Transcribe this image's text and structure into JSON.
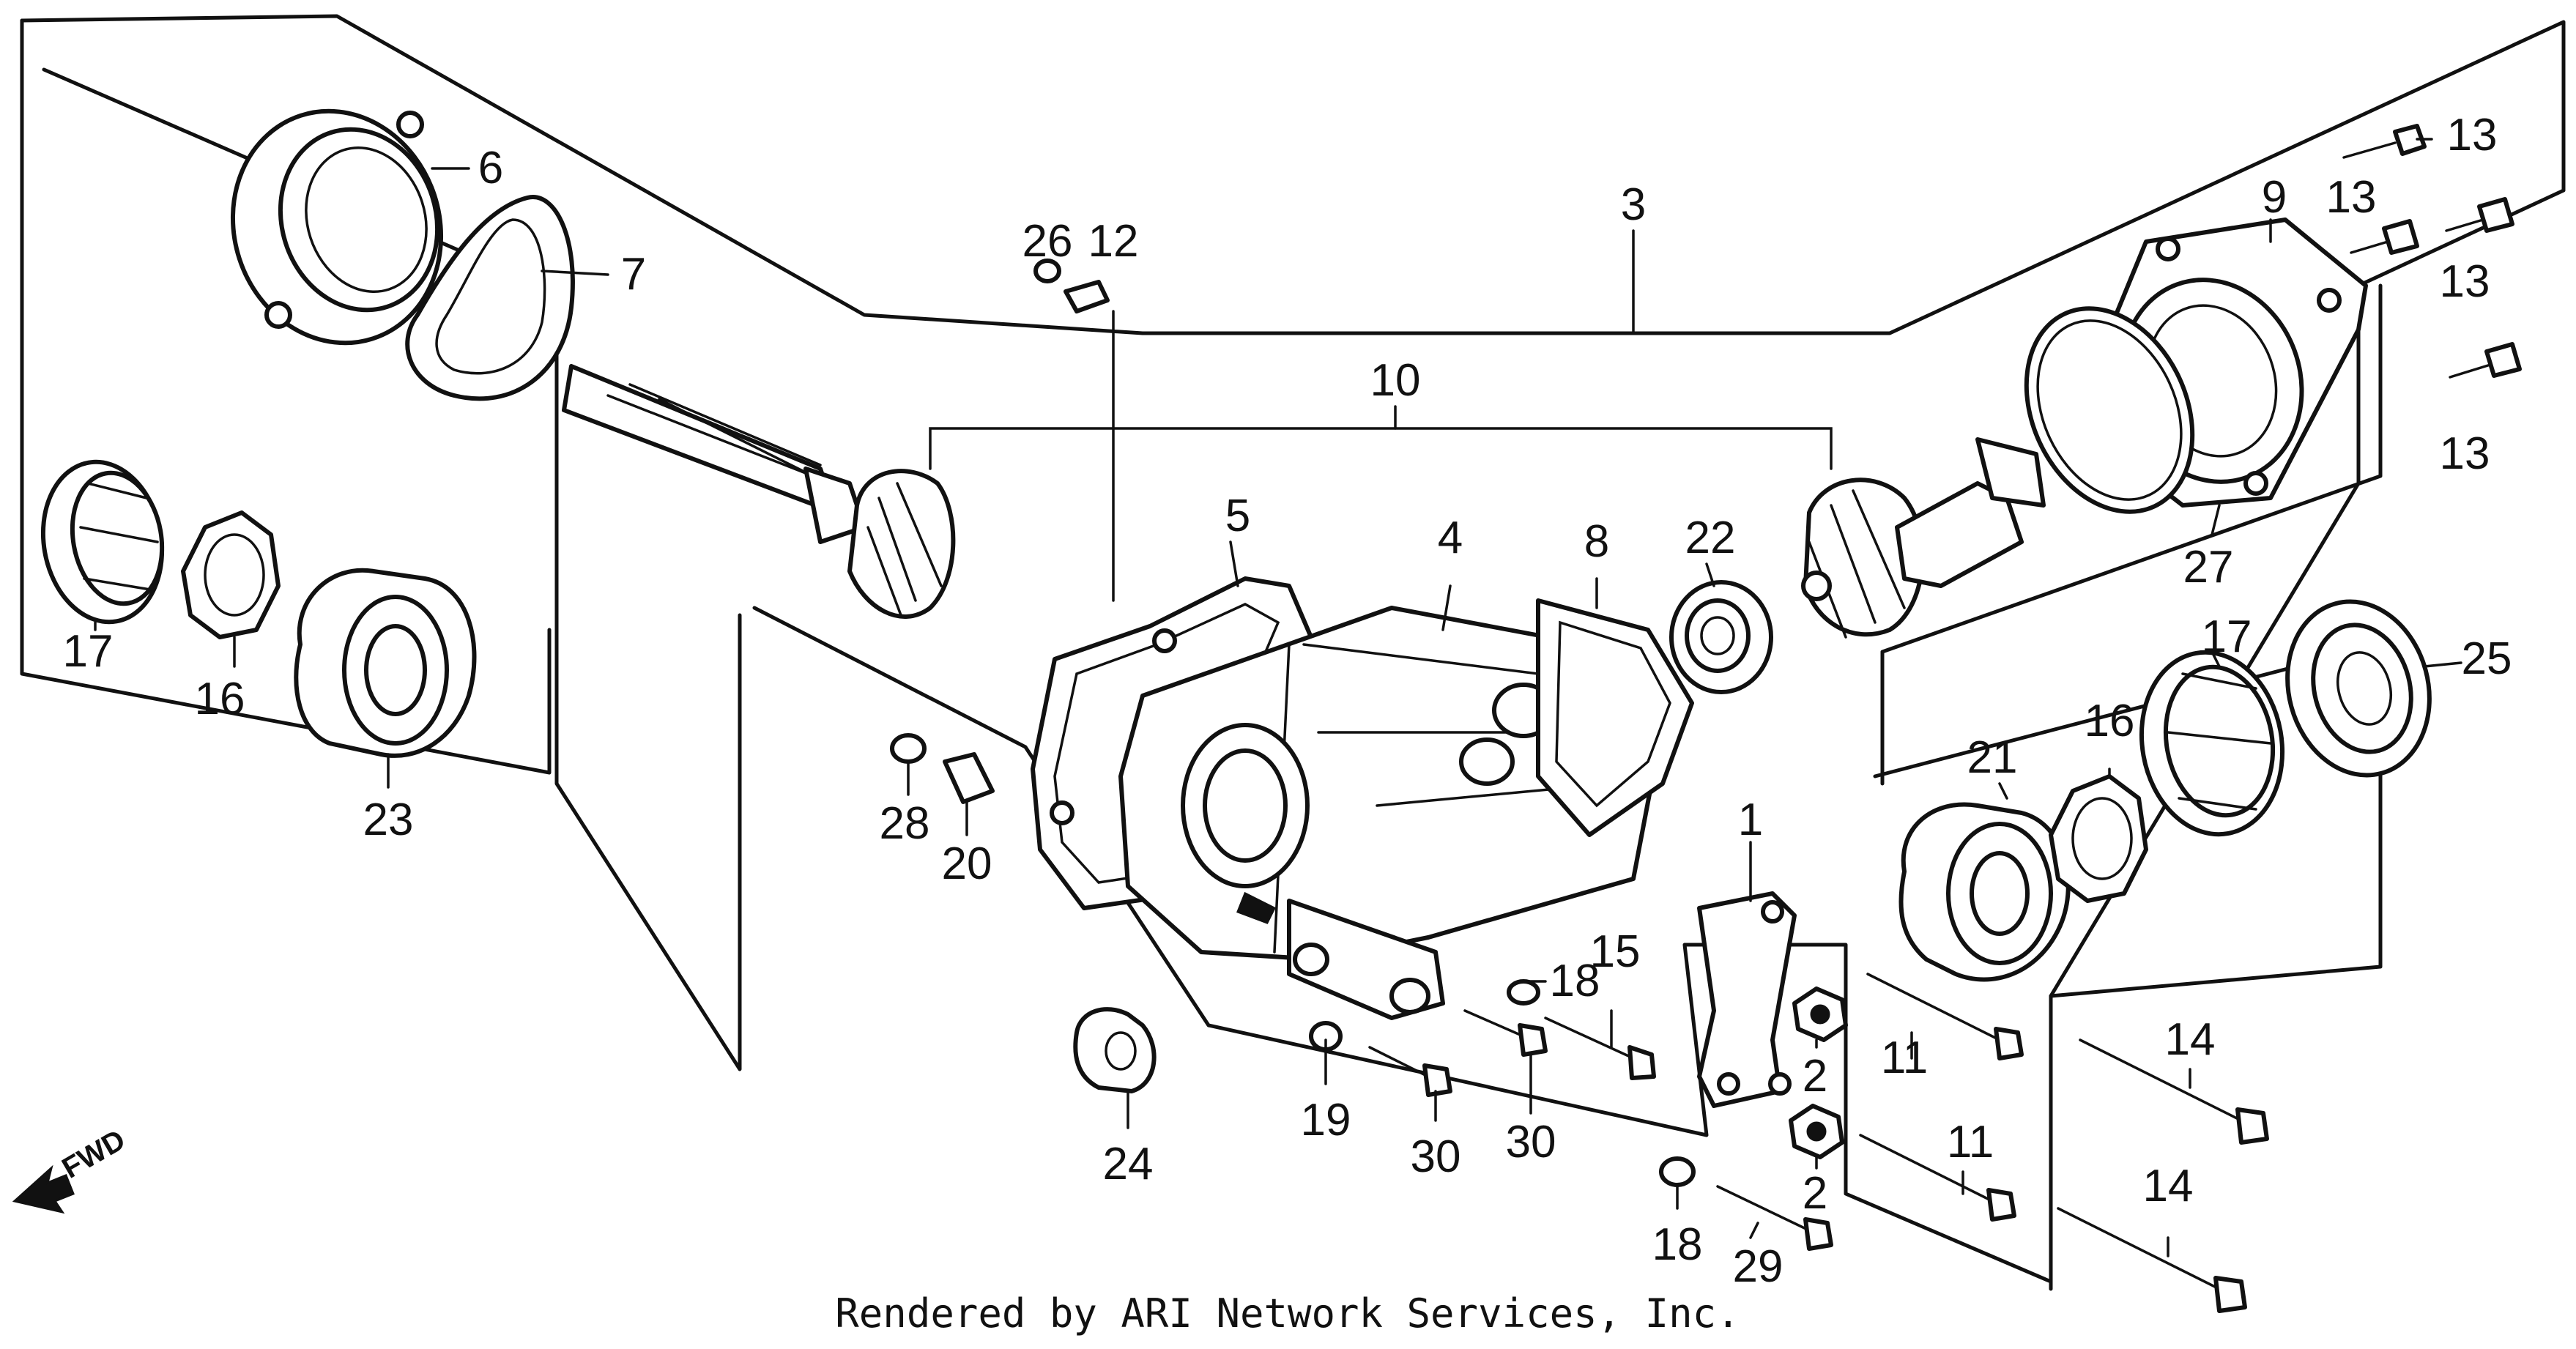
{
  "diagram": {
    "credit": "Rendered by ARI Network Services, Inc.",
    "direction_label": "FWD",
    "callouts": [
      {
        "label": "1"
      },
      {
        "label": "2"
      },
      {
        "label": "2"
      },
      {
        "label": "3"
      },
      {
        "label": "4"
      },
      {
        "label": "5"
      },
      {
        "label": "6"
      },
      {
        "label": "7"
      },
      {
        "label": "8"
      },
      {
        "label": "9"
      },
      {
        "label": "10"
      },
      {
        "label": "11"
      },
      {
        "label": "11"
      },
      {
        "label": "12"
      },
      {
        "label": "13"
      },
      {
        "label": "13"
      },
      {
        "label": "13"
      },
      {
        "label": "13"
      },
      {
        "label": "14"
      },
      {
        "label": "14"
      },
      {
        "label": "15"
      },
      {
        "label": "16"
      },
      {
        "label": "16"
      },
      {
        "label": "17"
      },
      {
        "label": "17"
      },
      {
        "label": "18"
      },
      {
        "label": "18"
      },
      {
        "label": "19"
      },
      {
        "label": "20"
      },
      {
        "label": "21"
      },
      {
        "label": "22"
      },
      {
        "label": "23"
      },
      {
        "label": "24"
      },
      {
        "label": "25"
      },
      {
        "label": "26"
      },
      {
        "label": "27"
      },
      {
        "label": "28"
      },
      {
        "label": "29"
      },
      {
        "label": "30"
      },
      {
        "label": "30"
      }
    ]
  }
}
